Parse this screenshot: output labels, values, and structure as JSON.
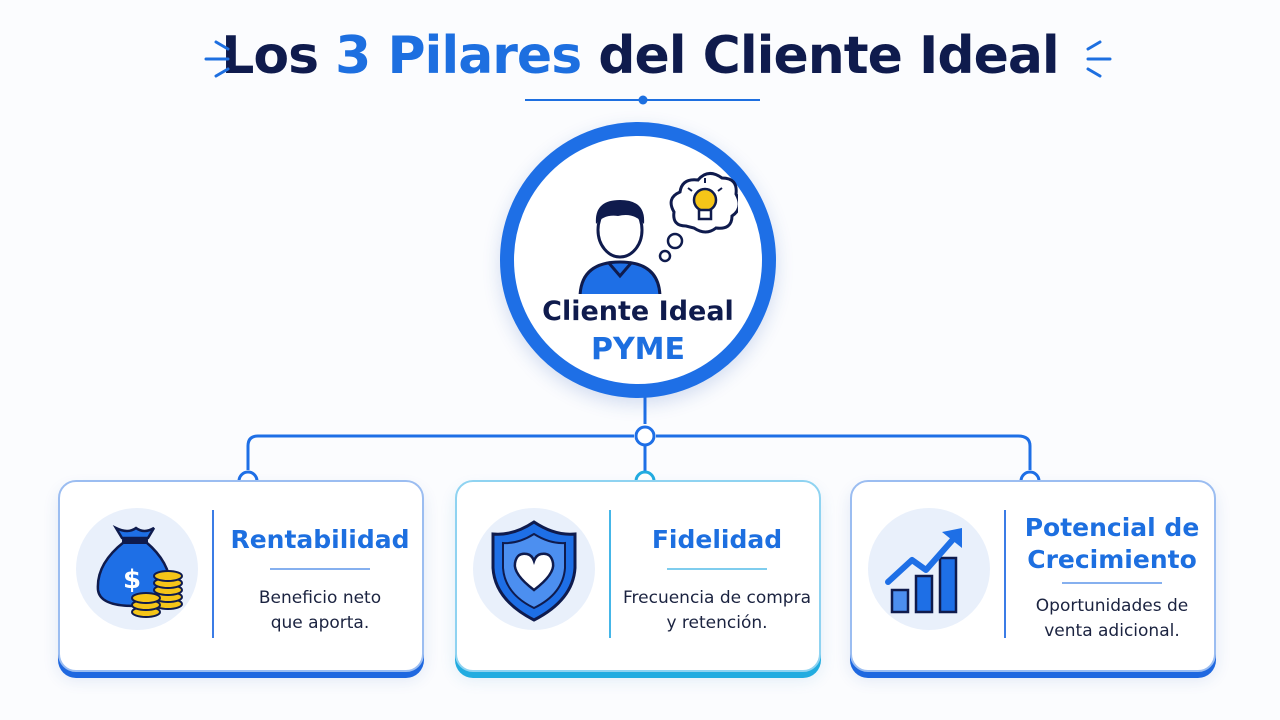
{
  "title": {
    "part1": "Los ",
    "highlight": "3 Pilares",
    "part2": " del Cliente Ideal"
  },
  "center": {
    "name": "Cliente Ideal",
    "subtitle": "PYME"
  },
  "pillars": [
    {
      "title": "Rentabilidad",
      "desc_line1": "Beneficio neto",
      "desc_line2": "que aporta.",
      "icon": "money-bag-coins-icon"
    },
    {
      "title": "Fidelidad",
      "desc_line1": "Frecuencia de compra",
      "desc_line2": "y retención.",
      "icon": "shield-heart-icon"
    },
    {
      "title_line1": "Potencial de",
      "title_line2": "Crecimiento",
      "desc_line1": "Oportunidades de",
      "desc_line2": "venta adicional.",
      "icon": "growth-chart-icon"
    }
  ],
  "colors": {
    "navy": "#0f1b4d",
    "blue": "#1d6fe0",
    "cyan": "#22ace0",
    "gold": "#f5c518"
  }
}
